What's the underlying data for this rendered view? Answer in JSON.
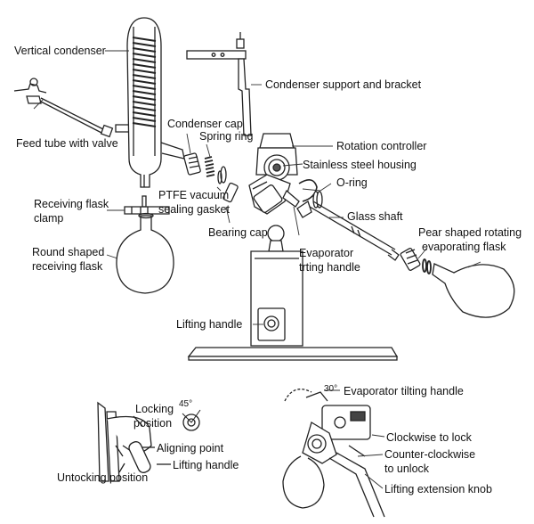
{
  "main_diagram": {
    "labels": {
      "vertical_condenser": "Vertical condenser",
      "condenser_support": "Condenser support and bracket",
      "feed_tube": "Feed tube with valve",
      "condenser_cap": "Condenser cap",
      "spring_ring": "Spring ring",
      "rotation_controller": "Rotation controller",
      "stainless_housing": "Stainless steel housing",
      "o_ring": "O-ring",
      "ptfe_gasket_line1": "PTFE vacuum",
      "ptfe_gasket_line2": "sealing gasket",
      "receiving_clamp_line1": "Receiving flask",
      "receiving_clamp_line2": "clamp",
      "glass_shaft": "Glass shaft",
      "bearing_cap": "Bearing cap",
      "tilting_handle_line1": "Evaporator",
      "tilting_handle_line2": "trting handle",
      "pear_flask_line1": "Pear shaped rotating",
      "pear_flask_line2": "evaporating flask",
      "round_flask_line1": "Round shaped",
      "round_flask_line2": "receiving flask",
      "lifting_handle": "Lifting handle"
    }
  },
  "detail_left": {
    "labels": {
      "angle": "45°",
      "locking_line1": "Locking",
      "locking_line2": "position",
      "aligning_point": "Aligning point",
      "lifting_handle": "Lifting handle",
      "unlocking_position": "Untocking position"
    }
  },
  "detail_right": {
    "labels": {
      "angle": "30°",
      "tilting_handle": "Evaporator tilting handle",
      "clockwise": "Clockwise to lock",
      "counter_line1": "Counter-clockwise",
      "counter_line2": "to unlock",
      "lifting_knob": "Lifting extension knob"
    }
  }
}
